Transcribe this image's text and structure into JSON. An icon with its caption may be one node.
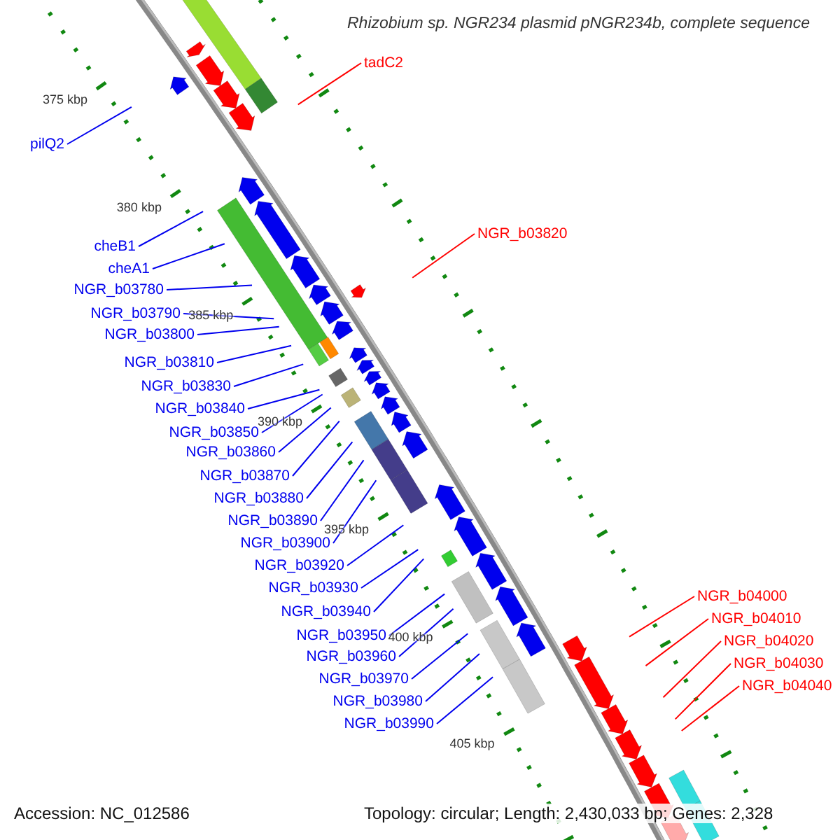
{
  "diagram": {
    "title": "Rhizobium sp. NGR234 plasmid pNGR234b, complete sequence",
    "nodes": [
      {
        "text": [
          "tadC2"
        ]
      },
      {
        "text": [
          "pilQ2"
        ]
      },
      {
        "text": [
          "NGR_b03820"
        ]
      },
      {
        "text": [
          "cheB1"
        ]
      },
      {
        "text": [
          "cheA1"
        ]
      },
      {
        "text": [
          "NGR_b03780"
        ]
      },
      {
        "text": [
          "NGR_b03790"
        ]
      },
      {
        "text": [
          "NGR_b03800"
        ]
      },
      {
        "text": [
          "NGR_b03810"
        ]
      },
      {
        "text": [
          "NGR_b03830"
        ]
      },
      {
        "text": [
          "NGR_b03840"
        ]
      },
      {
        "text": [
          "NGR_b03850"
        ]
      },
      {
        "text": [
          "NGR_b03860"
        ]
      },
      {
        "text": [
          "NGR_b03870"
        ]
      },
      {
        "text": [
          "NGR_b03880"
        ]
      },
      {
        "text": [
          "NGR_b03890"
        ]
      },
      {
        "text": [
          "NGR_b03900"
        ]
      },
      {
        "text": [
          "NGR_b03920"
        ]
      },
      {
        "text": [
          "NGR_b03930"
        ]
      },
      {
        "text": [
          "NGR_b03940"
        ]
      },
      {
        "text": [
          "NGR_b03950"
        ]
      },
      {
        "text": [
          "NGR_b03960"
        ]
      },
      {
        "text": [
          "NGR_b03970"
        ]
      },
      {
        "text": [
          "NGR_b03980"
        ]
      },
      {
        "text": [
          "NGR_b03990"
        ]
      },
      {
        "text": [
          "NGR_b04000"
        ]
      },
      {
        "text": [
          "NGR_b04010"
        ]
      },
      {
        "text": [
          "NGR_b04020"
        ]
      },
      {
        "text": [
          "NGR_b04030"
        ]
      },
      {
        "text": [
          "NGR_b04040"
        ]
      }
    ],
    "edges": [
      {
        "from": 0,
        "to": null,
        "arrow": "none",
        "color": "#ff0000"
      },
      {
        "from": 1,
        "to": null,
        "arrow": "none"
      },
      {
        "from": 2,
        "to": null,
        "arrow": "none",
        "color": "#ff0000"
      },
      {
        "from": 3,
        "to": null,
        "arrow": "none"
      },
      {
        "from": 4,
        "to": null,
        "arrow": "none"
      },
      {
        "from": 5,
        "to": null,
        "arrow": "none"
      },
      {
        "from": 6,
        "to": null,
        "arrow": "none"
      },
      {
        "from": 7,
        "to": null,
        "arrow": "none"
      },
      {
        "from": 8,
        "to": null,
        "arrow": "none"
      },
      {
        "from": 9,
        "to": null,
        "arrow": "none"
      },
      {
        "from": 10,
        "to": null,
        "arrow": "none"
      },
      {
        "from": 11,
        "to": null,
        "arrow": "none"
      },
      {
        "from": 12,
        "to": null,
        "arrow": "none"
      },
      {
        "from": 13,
        "to": null,
        "arrow": "none"
      },
      {
        "from": 14,
        "to": null,
        "arrow": "none"
      },
      {
        "from": 15,
        "to": null,
        "arrow": "none"
      },
      {
        "from": 16,
        "to": null,
        "arrow": "none"
      },
      {
        "from": 17,
        "to": null,
        "arrow": "none"
      },
      {
        "from": 18,
        "to": null,
        "arrow": "none"
      },
      {
        "from": 19,
        "to": null,
        "arrow": "none"
      },
      {
        "from": 20,
        "to": null,
        "arrow": "none"
      },
      {
        "from": 21,
        "to": null,
        "arrow": "none"
      },
      {
        "from": 22,
        "to": null,
        "arrow": "none"
      },
      {
        "from": 23,
        "to": null,
        "arrow": "none"
      },
      {
        "from": 24,
        "to": null,
        "arrow": "none"
      },
      {
        "from": 25,
        "to": null,
        "arrow": "none",
        "color": "#ff0000"
      },
      {
        "from": 26,
        "to": null,
        "arrow": "none",
        "color": "#ff0000"
      },
      {
        "from": 27,
        "to": null,
        "arrow": "none",
        "color": "#ff0000"
      },
      {
        "from": 28,
        "to": null,
        "arrow": "none",
        "color": "#ff0000"
      },
      {
        "from": 29,
        "to": null,
        "arrow": "none",
        "color": "#ff0000"
      }
    ],
    "labels": [
      "375 kbp",
      "380 kbp",
      "385 kbp",
      "390 kbp",
      "395 kbp",
      "400 kbp",
      "405 kbp",
      "Accession: NC_012586",
      "Topology: circular; Length: 2,430,033 bp; Genes: 2,328"
    ]
  }
}
